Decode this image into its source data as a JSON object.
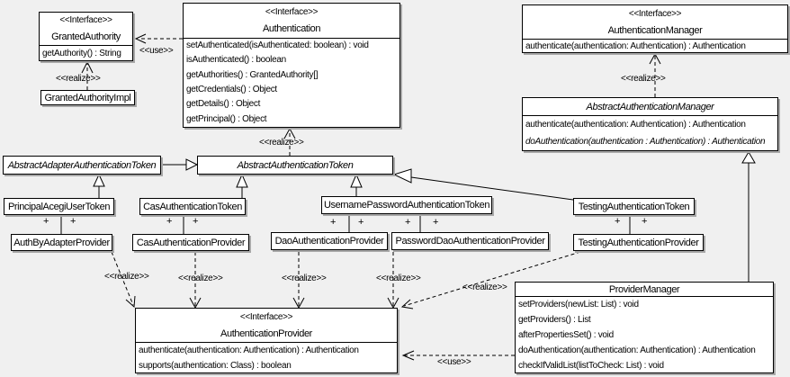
{
  "colors": {
    "background": "#f0f0f0",
    "box_fill": "#ffffff",
    "border": "#000000",
    "shadow": "#a8a8a8",
    "text": "#000000"
  },
  "stereotypes": {
    "interface": "<<Interface>>",
    "realize": "<<realize>>",
    "use": "<<use>>",
    "plus": "+"
  },
  "classes": {
    "granted_authority": {
      "stereotype": "<<Interface>>",
      "name": "GrantedAuthority",
      "methods": [
        "getAuthority() : String"
      ]
    },
    "granted_authority_impl": {
      "name": "GrantedAuthorityImpl"
    },
    "authentication": {
      "stereotype": "<<Interface>>",
      "name": "Authentication",
      "methods": [
        "setAuthenticated(isAuthenticated: boolean) : void",
        "isAuthenticated() : boolean",
        "getAuthorities() : GrantedAuthority[]",
        "getCredentials() : Object",
        "getDetails() : Object",
        "getPrincipal() : Object"
      ]
    },
    "authentication_manager": {
      "stereotype": "<<Interface>>",
      "name": "AuthenticationManager",
      "methods": [
        "authenticate(authentication: Authentication) : Authentication"
      ]
    },
    "abstract_authentication_manager": {
      "name": "AbstractAuthenticationManager",
      "methods": [
        "authenticate(authentication: Authentication) : Authentication",
        "doAuthentication(authentication : Authentication) : Authentication"
      ]
    },
    "abstract_adapter_authentication_token": {
      "name": "AbstractAdapterAuthenticationToken"
    },
    "abstract_authentication_token": {
      "name": "AbstractAuthenticationToken"
    },
    "principal_acegi_user_token": {
      "name": "PrincipalAcegiUserToken"
    },
    "cas_authentication_token": {
      "name": "CasAuthenticationToken"
    },
    "username_password_authentication_token": {
      "name": "UsernamePasswordAuthenticationToken"
    },
    "testing_authentication_token": {
      "name": "TestingAuthenticationToken"
    },
    "auth_by_adapter_provider": {
      "name": "AuthByAdapterProvider"
    },
    "cas_authentication_provider": {
      "name": "CasAuthenticationProvider"
    },
    "dao_authentication_provider": {
      "name": "DaoAuthenticationProvider"
    },
    "password_dao_authentication_provider": {
      "name": "PasswordDaoAuthenticationProvider"
    },
    "testing_authentication_provider": {
      "name": "TestingAuthenticationProvider"
    },
    "authentication_provider": {
      "stereotype": "<<Interface>>",
      "name": "AuthenticationProvider",
      "methods": [
        "authenticate(authentication: Authentication) : Authentication",
        "supports(authentication: Class) : boolean"
      ]
    },
    "provider_manager": {
      "name": "ProviderManager",
      "methods": [
        "setProviders(newList: List) : void",
        "getProviders() : List",
        "afterPropertiesSet() : void",
        "doAuthentication(authentication: Authentication) : Authentication",
        "checkIfValidList(listToCheck: List) : void"
      ]
    }
  }
}
